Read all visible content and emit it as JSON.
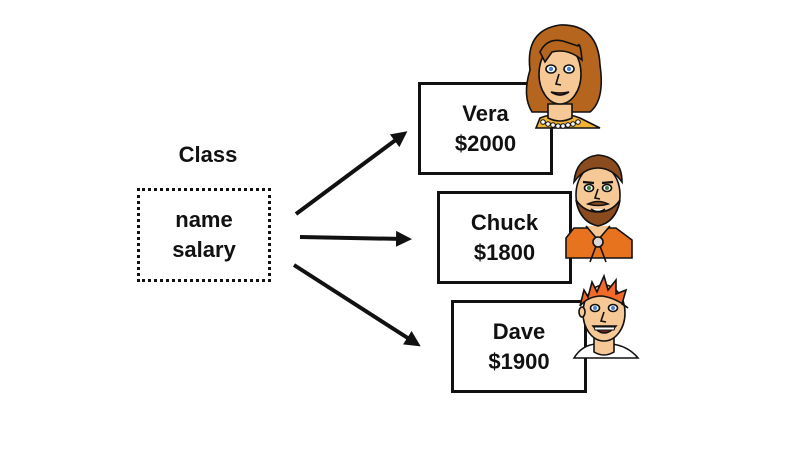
{
  "class": {
    "title": "Class",
    "fields": [
      "name",
      "salary"
    ]
  },
  "objects": [
    {
      "name": "Vera",
      "salary": "$2000"
    },
    {
      "name": "Chuck",
      "salary": "$1800"
    },
    {
      "name": "Dave",
      "salary": "$1900"
    }
  ],
  "colors": {
    "ink": "#111111",
    "skin": "#f5c896",
    "vera_hair": "#b5651d",
    "vera_dress": "#f2b233",
    "chuck_hair": "#8a4b1f",
    "chuck_shirt": "#e8731e",
    "dave_hair": "#f06a2a"
  },
  "icons": [
    "vera-avatar-icon",
    "chuck-avatar-icon",
    "dave-avatar-icon",
    "arrow-icon"
  ]
}
